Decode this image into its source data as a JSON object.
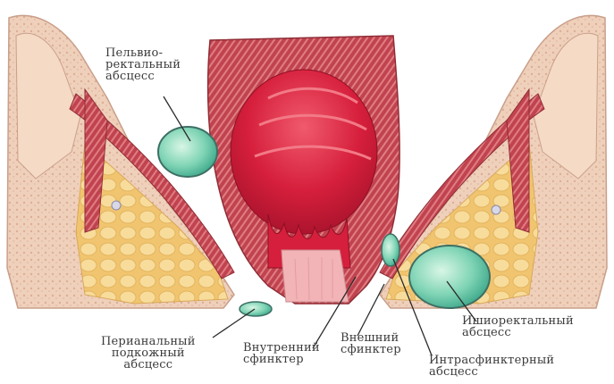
{
  "labels": {
    "pelviorectal": [
      "Пельвио-",
      "ректальный",
      "абсцесс"
    ],
    "ischiorectal": [
      "Ишиоректальный",
      "абсцесс"
    ],
    "perianal": [
      "Перианальный",
      "подкожный",
      "абсцесс"
    ],
    "internal_sphincter": [
      "Внутренний",
      "сфинктер"
    ],
    "external_sphincter": [
      "Внешний",
      "сфинктер"
    ],
    "intersphincteric": [
      "Интрасфинктерный",
      "абсцесс"
    ]
  },
  "colors": {
    "muscle": "#c0434f",
    "muscle_stripe": "#e27f84",
    "rectum_inner": "#d8203d",
    "rectum_light": "#f06a7a",
    "mucosa": "#f2b4b6",
    "fat": "#f3cc7a",
    "fat_lobule": "#f8dfa0",
    "skin": "#f6dcc8",
    "bone": "#efcfb8",
    "abscess": "#5fc7a6",
    "abscess_light": "#c9f0de",
    "abscess_rim": "#3e6f64"
  }
}
